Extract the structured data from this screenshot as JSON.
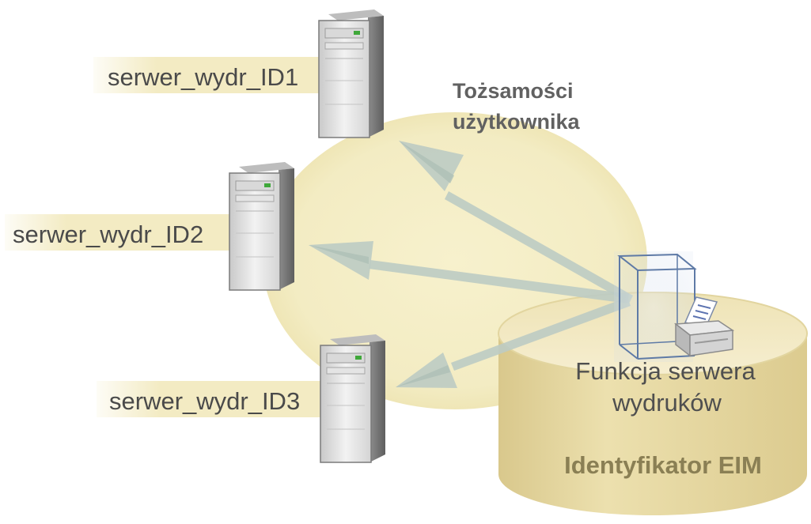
{
  "diagram": {
    "heading_line1": "Tożsamości",
    "heading_line2": "użytkownika",
    "servers": [
      {
        "label": "serwer_wydr_ID1"
      },
      {
        "label": "serwer_wydr_ID2"
      },
      {
        "label": "serwer_wydr_ID3"
      }
    ],
    "function_line1": "Funkcja serwera",
    "function_line2": "wydruków",
    "eim_label": "Identyfikator EIM"
  },
  "colors": {
    "circle": "#f5efc6",
    "label_band": "#f3ebc3",
    "cylinder_side": "#e6d79f",
    "cylinder_top": "#f1e8c0",
    "arrow": "#b9c9c0"
  }
}
